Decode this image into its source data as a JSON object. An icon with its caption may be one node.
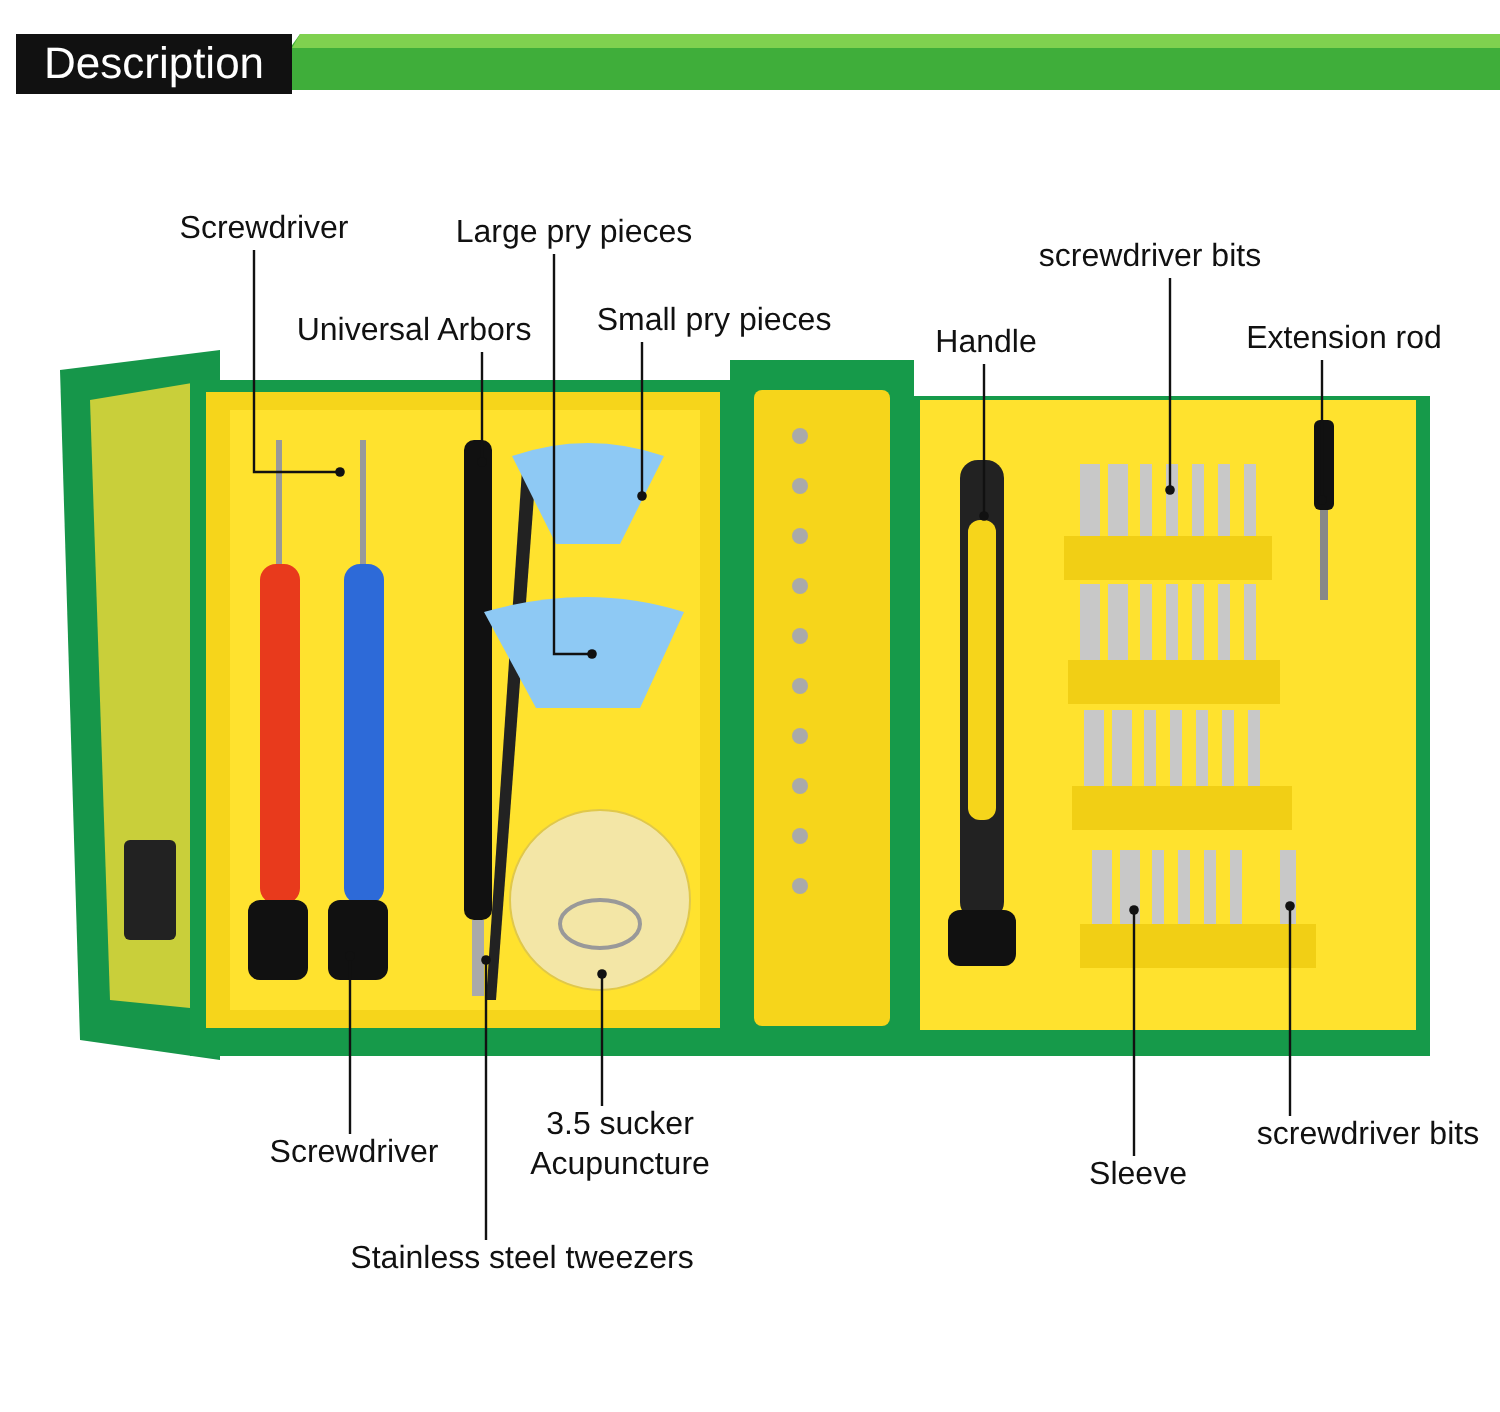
{
  "diagram": {
    "title": "Description",
    "nodes": [
      {
        "text": [
          "Screwdriver"
        ]
      },
      {
        "text": [
          "Large pry pieces"
        ]
      },
      {
        "text": [
          "Universal Arbors"
        ]
      },
      {
        "text": [
          "Small pry pieces"
        ]
      },
      {
        "text": [
          "screwdriver bits"
        ]
      },
      {
        "text": [
          "Handle"
        ]
      },
      {
        "text": [
          "Extension rod"
        ]
      },
      {
        "text": [
          "3.5 sucker Acupuncture"
        ]
      },
      {
        "text": [
          "Screwdriver"
        ]
      },
      {
        "text": [
          "Sleeve"
        ]
      },
      {
        "text": [
          "screwdriver bits"
        ]
      },
      {
        "text": [
          "Stainless steel tweezers"
        ]
      }
    ],
    "edges": [
      {
        "from": 0,
        "to": null,
        "arrow": "other"
      },
      {
        "from": 1,
        "to": null,
        "arrow": "other"
      },
      {
        "from": 2,
        "to": null,
        "arrow": "other"
      },
      {
        "from": 3,
        "to": null,
        "arrow": "other"
      },
      {
        "from": 4,
        "to": null,
        "arrow": "other"
      },
      {
        "from": 5,
        "to": null,
        "arrow": "other"
      },
      {
        "from": 6,
        "to": null,
        "arrow": "other"
      },
      {
        "from": 7,
        "to": null,
        "arrow": "other"
      },
      {
        "from": 8,
        "to": null,
        "arrow": "other"
      },
      {
        "from": 9,
        "to": null,
        "arrow": "other"
      },
      {
        "from": 10,
        "to": null,
        "arrow": "other"
      },
      {
        "from": 11,
        "to": null,
        "arrow": "other"
      }
    ]
  }
}
